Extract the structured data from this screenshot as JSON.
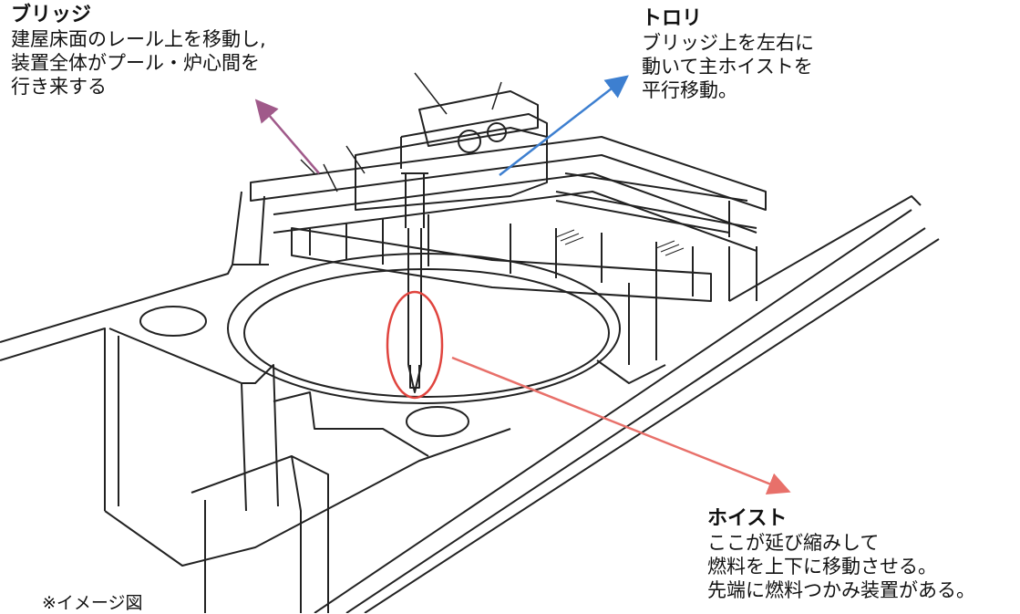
{
  "callouts": {
    "bridge": {
      "title": "ブリッジ",
      "lines": [
        "建屋床面のレール上を移動し,",
        "装置全体がプール・炉心間を",
        "行き来する"
      ],
      "arrow_color": "#a05a8a"
    },
    "trolley": {
      "title": "トロリ",
      "lines": [
        "ブリッジ上を左右に",
        "動いて主ホイストを",
        "平行移動。"
      ],
      "arrow_color": "#3d7fd0"
    },
    "hoist": {
      "title": "ホイスト",
      "lines": [
        "ここが延び縮みして",
        "燃料を上下に移動させる。",
        "先端に燃料つかみ装置がある。"
      ],
      "arrow_color": "#e8706a"
    }
  },
  "footnote": "※イメージ図",
  "colors": {
    "line_art": "#222222",
    "highlight_ring": "#e0443e"
  }
}
